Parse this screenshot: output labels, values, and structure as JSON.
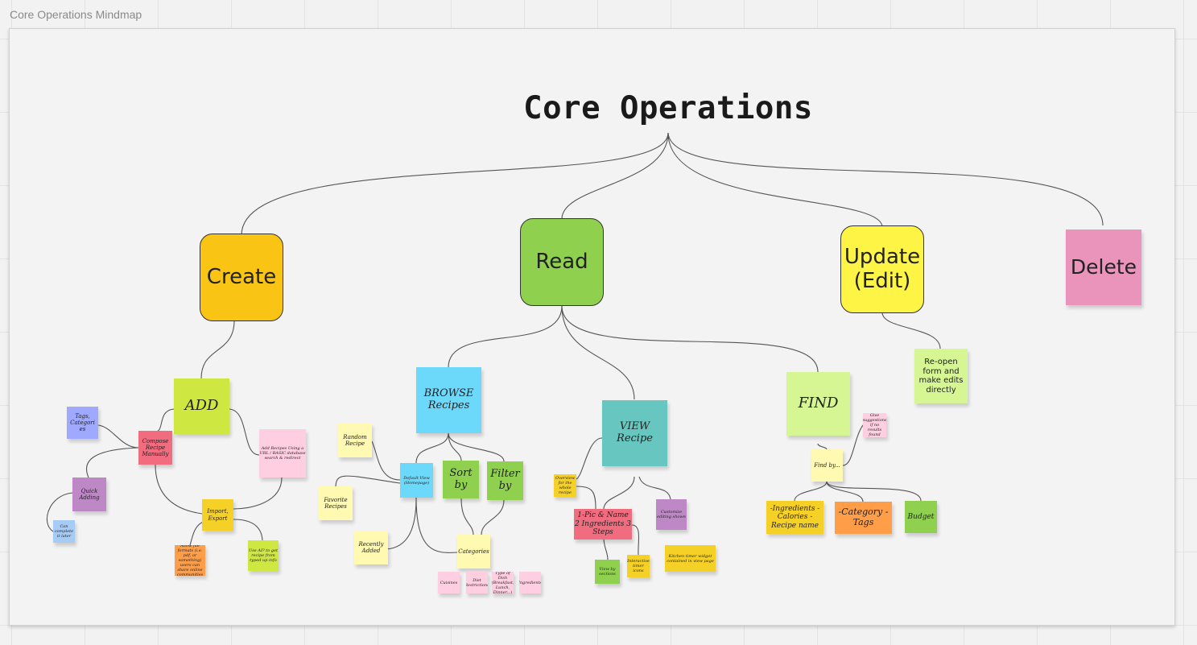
{
  "frame_title": "Core Operations Mindmap",
  "main_title": "Core Operations",
  "colors": {
    "create": "#f9c414",
    "read": "#8fd14f",
    "update": "#fef445",
    "delete": "#ea94bb",
    "connector": "#555555"
  },
  "categories": {
    "create": "Create",
    "read": "Read",
    "update": "Update (Edit)",
    "delete": "Delete"
  },
  "create": {
    "add": "ADD",
    "tags": "Tags, Categori es",
    "compose": "Compose Recipe Manually",
    "add_url": "Add Recipes Using a URL / BASIC database search & redirect",
    "quick": "Quick Adding",
    "auto": "Can complete it later",
    "import": "Import, Export",
    "import_note_1": "Allow file formats (i.e. pdf, or something) users can share online communities",
    "import_note_2": "Use AI? to get recipe from typed up info"
  },
  "read": {
    "browse": "BROWSE Recipes",
    "view": "VIEW Recipe",
    "find": "FIND",
    "random": "Random Recipe",
    "favorite": "Favorite Recipes",
    "recently": "Recently Added",
    "default_view": "Default View (Homepage)",
    "sort": "Sort by",
    "filter": "Filter by",
    "categories": "Categories",
    "cat_1": "Cuisines",
    "cat_2": "Diet Restrictions",
    "cat_3": "Type of Dish (Breakfast, Lunch, Dinner...)",
    "cat_4": "Ingredients",
    "view_note_left": "Overview for the whole recipe",
    "pic_name": "1-Pic & Name 2 Ingredients 3 Steps",
    "view_note_right": "Customize editing shown",
    "view_by_sections": "View by sections",
    "view_note_small": "Interactive timer icons",
    "kitchen_timer": "Kitchen timer widget contained in view page",
    "find_note": "Give suggestions if no results found",
    "find_by": "Find by...",
    "find_1": "-Ingredients -Calories -Recipe name",
    "find_2": "-Category -Tags",
    "find_3": "Budget"
  },
  "update": {
    "reopen": "Re-open form and make edits directly"
  }
}
